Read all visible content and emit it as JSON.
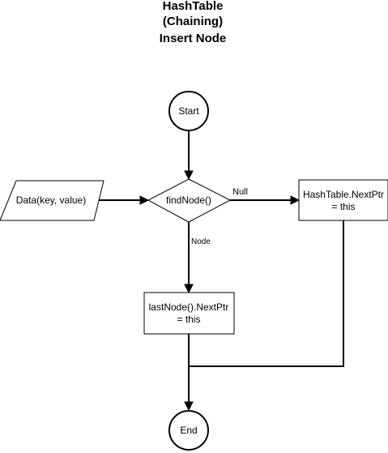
{
  "title": {
    "line1": "HashTable",
    "line2": "(Chaining)",
    "line3": "Insert Node"
  },
  "nodes": {
    "start": "Start",
    "data_input": "Data(key, value)",
    "decision": "findNode()",
    "hashtable_assign_line1": "HashTable.NextPtr",
    "hashtable_assign_line2": "= this",
    "lastnode_assign_line1": "lastNode().NextPtr",
    "lastnode_assign_line2": "= this",
    "end": "End"
  },
  "edges": {
    "null_label": "Null",
    "node_label": "Node"
  }
}
